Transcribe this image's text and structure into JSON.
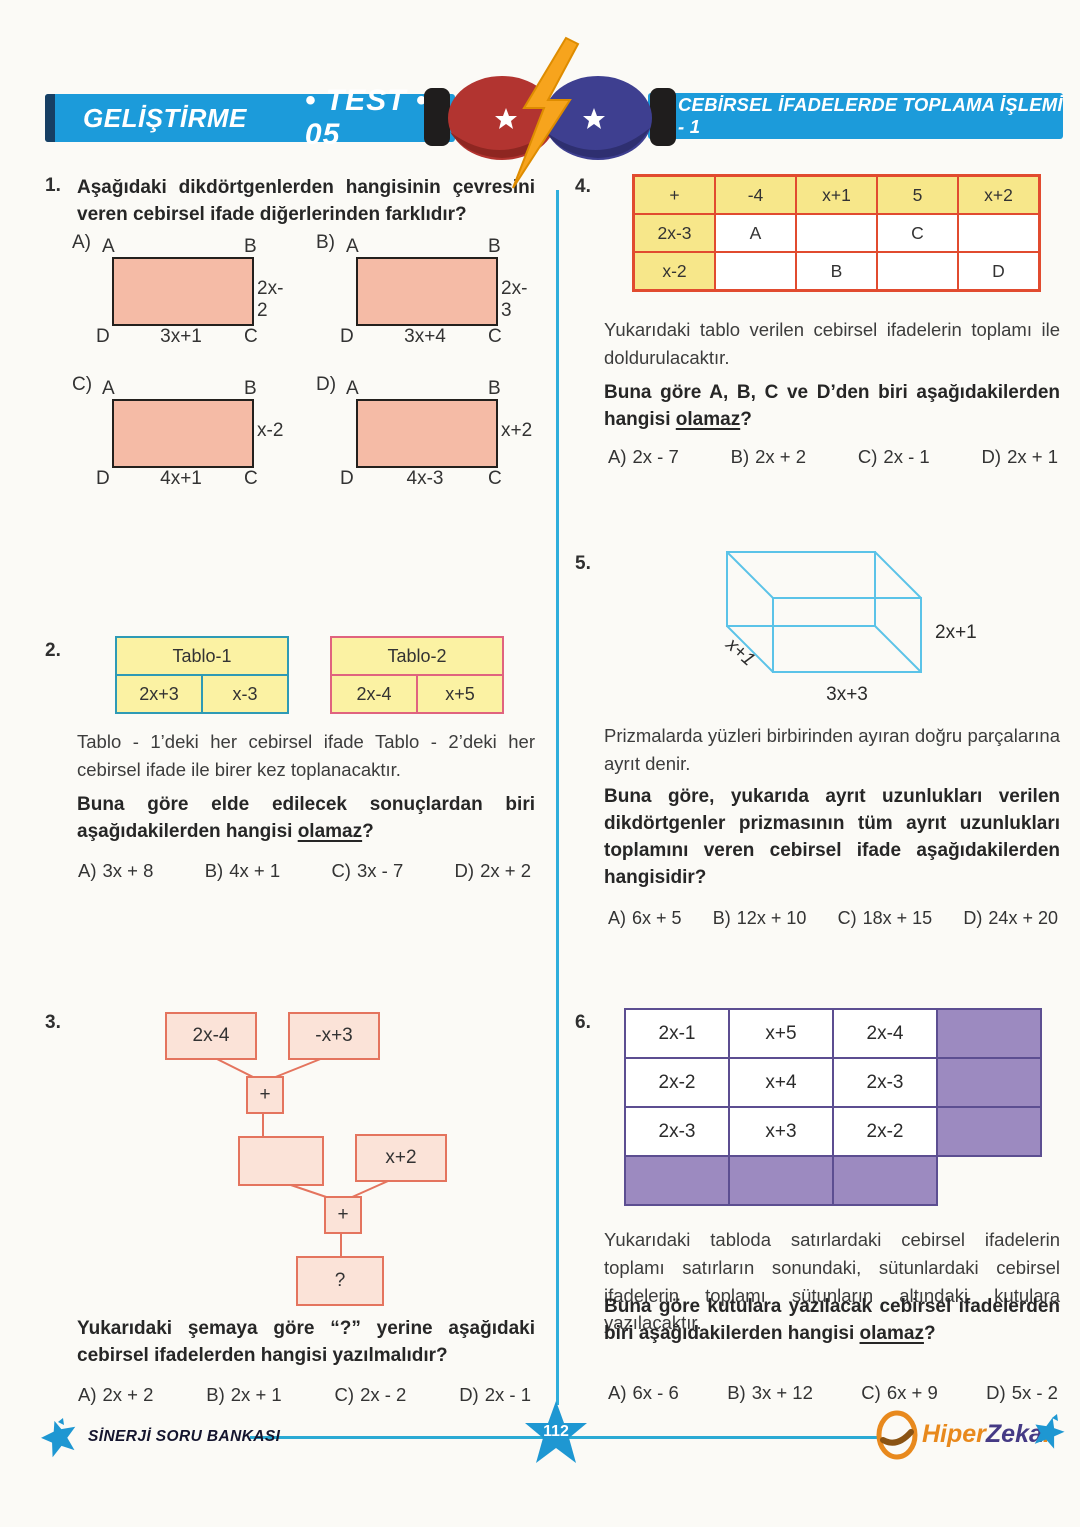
{
  "colors": {
    "banner_blue": "#1C9BDA",
    "divider_teal": "#2FAEDC",
    "rect_fill": "#F5BBA6",
    "table_yellow": "#FBF2A3",
    "tablo1_border": "#2E9AB5",
    "tablo2_border": "#E0637F",
    "q4_border": "#E14B2F",
    "flow_coral": "#E4745E",
    "prism_blue": "#5BC3E8",
    "q6_purple_fill": "#9C8AC0",
    "q6_purple_border": "#5C4E91",
    "footer_blue": "#1E97D2",
    "logo_orange": "#E8891D",
    "logo_purple": "#453A85"
  },
  "header": {
    "series": "GELİŞTİRME",
    "test": "• TEST • 05",
    "paren_open": "(",
    "paren_close": ")",
    "topic": "CEBİRSEL İFADELERDE TOPLAMA İŞLEMİ - 1"
  },
  "q1": {
    "number": "1.",
    "stem": "Aşağıdaki dikdörtgenlerden hangisinin çevresini veren cebirsel ifade diğerlerinden farklıdır?",
    "corners": {
      "tl": "A",
      "tr": "B",
      "br": "C",
      "bl": "D"
    },
    "figures": [
      {
        "option": "A)",
        "side": "2x-2",
        "bottom": "3x+1"
      },
      {
        "option": "B)",
        "side": "2x-3",
        "bottom": "3x+4"
      },
      {
        "option": "C)",
        "side": "x-2",
        "bottom": "4x+1"
      },
      {
        "option": "D)",
        "side": "x+2",
        "bottom": "4x-3"
      }
    ]
  },
  "q2": {
    "number": "2.",
    "table1": {
      "title": "Tablo-1",
      "cells": [
        "2x+3",
        "x-3"
      ]
    },
    "table2": {
      "title": "Tablo-2",
      "cells": [
        "2x-4",
        "x+5"
      ]
    },
    "text": "Tablo - 1’deki her cebirsel ifade Tablo - 2’deki her cebirsel ifade ile birer kez toplanacaktır.",
    "prompt_prefix": "Buna göre elde edilecek sonuçlardan biri aşağıdakilerden hangisi ",
    "prompt_underline": "olamaz",
    "prompt_suffix": "?",
    "options": [
      {
        "label": "A)",
        "value": "3x + 8"
      },
      {
        "label": "B)",
        "value": "4x + 1"
      },
      {
        "label": "C)",
        "value": "3x - 7"
      },
      {
        "label": "D)",
        "value": "2x + 2"
      }
    ]
  },
  "q3": {
    "number": "3.",
    "boxes": {
      "b1": "2x-4",
      "b2": "-x+3",
      "plus1": "+",
      "mid": "",
      "b3": "x+2",
      "plus2": "+",
      "result": "?"
    },
    "prompt": "Yukarıdaki şemaya göre “?” yerine aşağıdaki cebirsel ifadelerden hangisi yazılmalıdır?",
    "options": [
      {
        "label": "A)",
        "value": "2x + 2"
      },
      {
        "label": "B)",
        "value": "2x + 1"
      },
      {
        "label": "C)",
        "value": "2x - 2"
      },
      {
        "label": "D)",
        "value": "2x - 1"
      }
    ]
  },
  "q4": {
    "number": "4.",
    "table": {
      "rows": [
        [
          "+",
          "-4",
          "x+1",
          "5",
          "x+2"
        ],
        [
          "2x-3",
          "A",
          "",
          "C",
          ""
        ],
        [
          "x-2",
          "",
          "B",
          "",
          "D"
        ]
      ]
    },
    "text": "Yukarıdaki tablo verilen cebirsel ifadelerin toplamı ile doldurulacaktır.",
    "prompt_prefix": "Buna göre A, B, C ve D’den biri aşağıdakilerden hangisi ",
    "prompt_underline": "olamaz",
    "prompt_suffix": "?",
    "options": [
      {
        "label": "A)",
        "value": "2x - 7"
      },
      {
        "label": "B)",
        "value": "2x + 2"
      },
      {
        "label": "C)",
        "value": "2x - 1"
      },
      {
        "label": "D)",
        "value": "2x + 1"
      }
    ]
  },
  "q5": {
    "number": "5.",
    "edges": {
      "depth": "x+1",
      "width": "3x+3",
      "height": "2x+1"
    },
    "text": "Prizmalarda yüzleri birbirinden ayıran doğru parçalarına ayrıt denir.",
    "prompt": "Buna göre, yukarıda ayrıt uzunlukları verilen dikdörtgenler prizmasının tüm ayrıt uzunlukları toplamını veren cebirsel ifade aşağıdakilerden hangisidir?",
    "options": [
      {
        "label": "A)",
        "value": "6x + 5"
      },
      {
        "label": "B)",
        "value": "12x + 10"
      },
      {
        "label": "C)",
        "value": "18x + 15"
      },
      {
        "label": "D)",
        "value": "24x + 20"
      }
    ]
  },
  "q6": {
    "number": "6.",
    "table": {
      "rows": [
        [
          "2x-1",
          "x+5",
          "2x-4",
          ""
        ],
        [
          "2x-2",
          "x+4",
          "2x-3",
          ""
        ],
        [
          "2x-3",
          "x+3",
          "2x-2",
          ""
        ],
        [
          "",
          "",
          "",
          ""
        ]
      ]
    },
    "text": "Yukarıdaki tabloda satırlardaki cebirsel ifadelerin toplamı satırların sonundaki, sütunlardaki cebirsel ifadelerin toplamı sütunların altındaki kutulara yazılacaktır.",
    "prompt_prefix": "Buna göre kutulara yazılacak cebirsel ifadelerden biri aşağıdakilerden hangisi ",
    "prompt_underline": "olamaz",
    "prompt_suffix": "?",
    "options": [
      {
        "label": "A)",
        "value": "6x - 6"
      },
      {
        "label": "B)",
        "value": "3x + 12"
      },
      {
        "label": "C)",
        "value": "6x + 9"
      },
      {
        "label": "D)",
        "value": "5x - 2"
      }
    ]
  },
  "footer": {
    "brand": "SİNERJİ SORU BANKASI",
    "page": "112",
    "logo_hiper": "Hiper",
    "logo_zeka": "Zeka",
    "logo_dot": "."
  }
}
